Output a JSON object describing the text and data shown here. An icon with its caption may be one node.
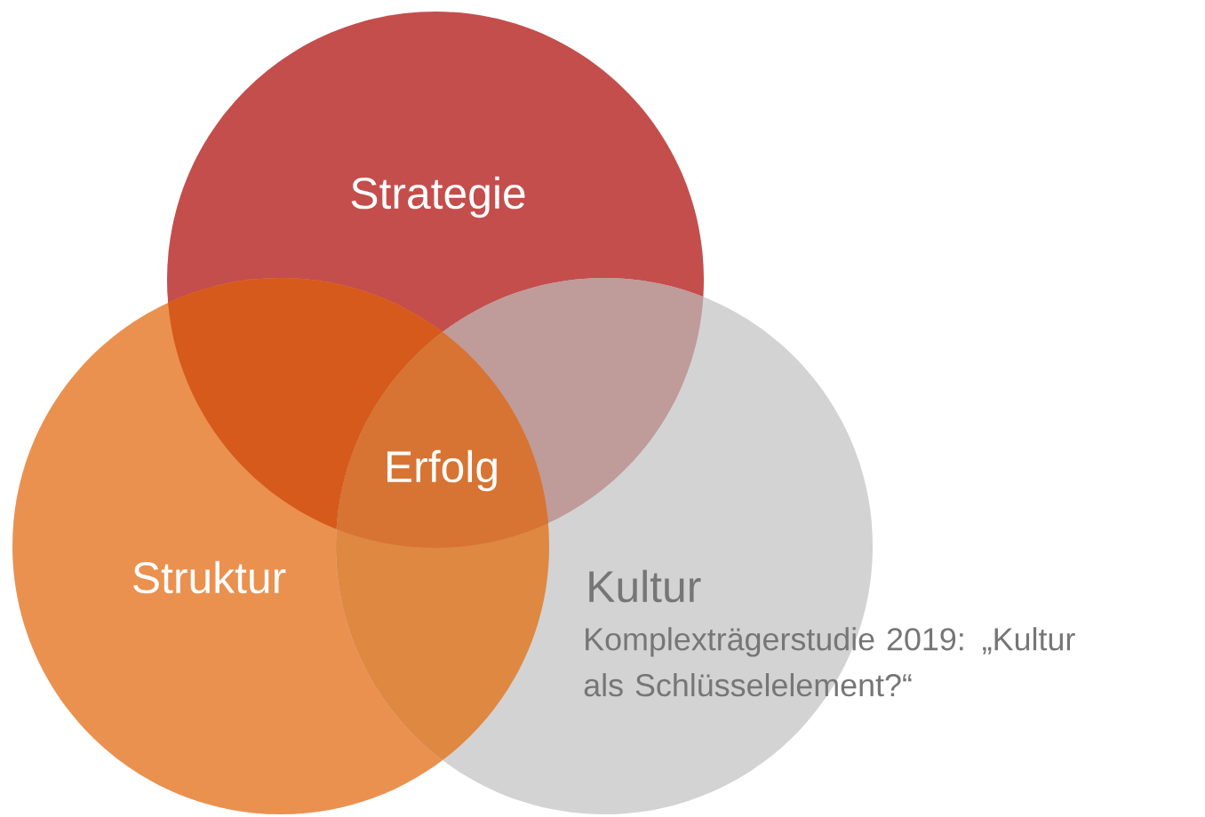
{
  "diagram": {
    "nodes": [
      {
        "text": [
          "Strategie"
        ]
      },
      {
        "text": [
          "Struktur"
        ]
      },
      {
        "text": [
          "Kultur"
        ]
      }
    ],
    "labels": [
      "Erfolg",
      "Komplexträgerstudie 2019: „Kultur als Schlüsselelement?“"
    ]
  }
}
